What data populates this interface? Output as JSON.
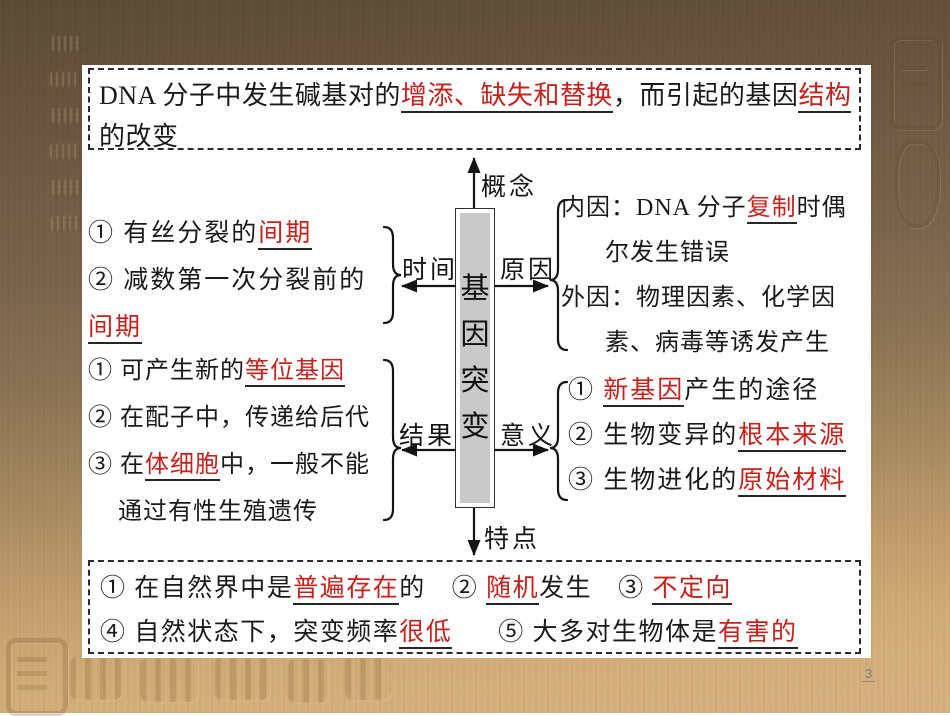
{
  "page": {
    "slide_number": "3"
  },
  "colors": {
    "blank_red": "#c8201a",
    "center_fill": "#c9c9c9",
    "panel": "#ffffff"
  },
  "diagram": {
    "center": {
      "char1": "基",
      "char2": "因",
      "char3": "突",
      "char4": "变"
    },
    "branch_labels": {
      "concept": "概念",
      "time": "时间",
      "cause": "原因",
      "result": "结果",
      "significance": "意义",
      "feature": "特点"
    },
    "concept_box": {
      "seg1": "DNA 分子中发生碱基对的",
      "seg2": "增添、缺失和替换",
      "seg3": "，而引起的基因",
      "seg4": "结构",
      "seg5": "的改变"
    },
    "time_block": {
      "item1_pre": "① 有丝分裂的",
      "item1_blank": "间期",
      "item2_line1": "② 减数第一次分裂前的",
      "item2_blank": "间期"
    },
    "cause_block": {
      "line1_pre": "内因：DNA 分子",
      "line1_blank": "复制",
      "line1_post": "时偶",
      "line2": "尔发生错误",
      "line3": "外因：物理因素、化学因",
      "line4": "素、病毒等诱发产生"
    },
    "result_block": {
      "item1_pre": "① 可产生新的",
      "item1_blank": "等位基因",
      "item2": "② 在配子中，传递给后代",
      "item3_pre": "③ 在",
      "item3_blank": "体细胞",
      "item3_post": "中，一般不能",
      "item3_line2": "通过有性生殖遗传"
    },
    "significance_block": {
      "item1_pre": "① ",
      "item1_blank": "新基因",
      "item1_post": "产生的途径",
      "item2_pre": "② 生物变异的",
      "item2_blank": "根本来源",
      "item3_pre": "③ 生物进化的",
      "item3_blank": "原始材料"
    },
    "feature_box": {
      "item1_pre": "① 在自然界中是",
      "item1_blank": "普遍存在",
      "item1_post": "的",
      "item2_pre": "② ",
      "item2_blank": "随机",
      "item2_post": "发生",
      "item3_pre": "③ ",
      "item3_blank": "不定向",
      "item4_pre": "④ 自然状态下，突变频率",
      "item4_blank": "很低",
      "item5_pre": "⑤ 大多对生物体是",
      "item5_blank": "有害的"
    }
  }
}
